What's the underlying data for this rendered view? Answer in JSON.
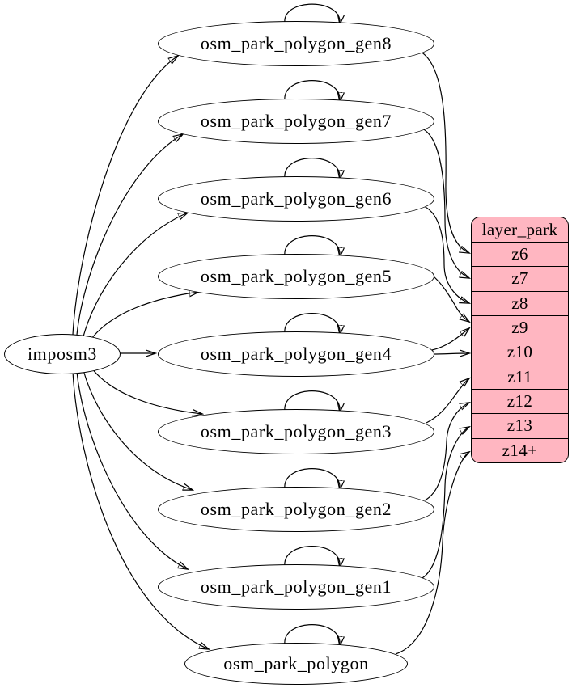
{
  "nodes": {
    "source": {
      "label": "imposm3"
    },
    "tables": [
      {
        "label": "osm_park_polygon_gen8"
      },
      {
        "label": "osm_park_polygon_gen7"
      },
      {
        "label": "osm_park_polygon_gen6"
      },
      {
        "label": "osm_park_polygon_gen5"
      },
      {
        "label": "osm_park_polygon_gen4"
      },
      {
        "label": "osm_park_polygon_gen3"
      },
      {
        "label": "osm_park_polygon_gen2"
      },
      {
        "label": "osm_park_polygon_gen1"
      },
      {
        "label": "osm_park_polygon"
      }
    ]
  },
  "layer_table": {
    "header": "layer_park",
    "rows": [
      "z6",
      "z7",
      "z8",
      "z9",
      "z10",
      "z11",
      "z12",
      "z13",
      "z14+"
    ]
  },
  "edges": {
    "from_source": [
      "osm_park_polygon_gen8",
      "osm_park_polygon_gen7",
      "osm_park_polygon_gen6",
      "osm_park_polygon_gen5",
      "osm_park_polygon_gen4",
      "osm_park_polygon_gen3",
      "osm_park_polygon_gen2",
      "osm_park_polygon_gen1",
      "osm_park_polygon"
    ],
    "self_loops": [
      "osm_park_polygon_gen8",
      "osm_park_polygon_gen7",
      "osm_park_polygon_gen6",
      "osm_park_polygon_gen5",
      "osm_park_polygon_gen4",
      "osm_park_polygon_gen3",
      "osm_park_polygon_gen2",
      "osm_park_polygon_gen1",
      "osm_park_polygon"
    ],
    "to_layer": [
      {
        "from": "osm_park_polygon_gen8",
        "to": "z6"
      },
      {
        "from": "osm_park_polygon_gen7",
        "to": "z7"
      },
      {
        "from": "osm_park_polygon_gen6",
        "to": "z8"
      },
      {
        "from": "osm_park_polygon_gen5",
        "to": "z9"
      },
      {
        "from": "osm_park_polygon_gen4",
        "to": "z9"
      },
      {
        "from": "osm_park_polygon_gen4",
        "to": "z10"
      },
      {
        "from": "osm_park_polygon_gen3",
        "to": "z11"
      },
      {
        "from": "osm_park_polygon_gen2",
        "to": "z12"
      },
      {
        "from": "osm_park_polygon_gen1",
        "to": "z13"
      },
      {
        "from": "osm_park_polygon",
        "to": "z14+"
      }
    ]
  },
  "colors": {
    "background": "#ffffff",
    "node_fill": "#ffffff",
    "edge": "#000000",
    "layer_table_fill": "#ffb6c1",
    "layer_table_border": "#000000"
  }
}
